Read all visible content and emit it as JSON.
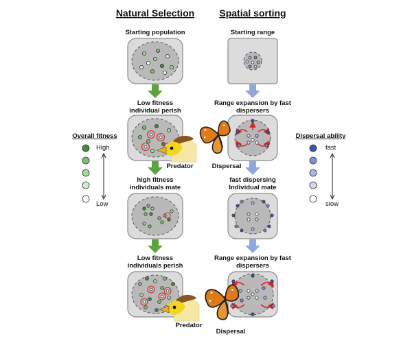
{
  "headers": {
    "left": "Natural Selection",
    "right": "Spatial sorting"
  },
  "natural_selection": {
    "step1": "Starting population",
    "step2": [
      "Low fitness",
      "individual perish"
    ],
    "step3": [
      "high fitness",
      "individuals mate"
    ],
    "step4": [
      "Low fitness",
      "individuals perish"
    ],
    "predator_label_1": "Predator",
    "predator_label_2": "Predator"
  },
  "spatial_sorting": {
    "step1": "Starting range",
    "step2": [
      "Range expansion by fast",
      "dispersers"
    ],
    "step3": [
      "fast dispersing",
      "Individual mate"
    ],
    "step4": [
      "Range expansion by fast",
      "dispersers"
    ],
    "dispersal_label_1": "Dispersal",
    "dispersal_label_2": "Dispersal"
  },
  "legend_fitness": {
    "title": "Overall fitness",
    "high": "High",
    "low": "Low",
    "colors": [
      "#3d8f3a",
      "#7dbf6e",
      "#a9d69b",
      "#d3ecd0",
      "#ffffff"
    ]
  },
  "legend_dispersal": {
    "title": "Dispersal ability",
    "fast": "fast",
    "slow": "slow",
    "colors": [
      "#3b56b0",
      "#7b90d0",
      "#a8b6e2",
      "#d2daf2",
      "#ffffff"
    ]
  },
  "colors": {
    "green_arrow": "#5aa53a",
    "blue_arrow": "#8fa8de",
    "red_mark": "#d9242a",
    "panel": "#dcdcdc",
    "disc": "#b9b9b9"
  }
}
